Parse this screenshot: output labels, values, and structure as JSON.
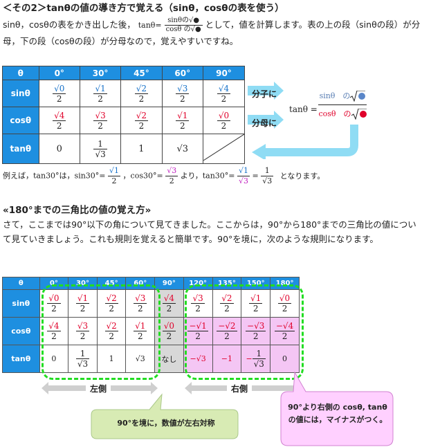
{
  "section2_title": "＜その2＞tanθの値の導き方で覚える（sinθ，cosθの表を使う）",
  "intro": {
    "text_a": "sinθ，cosθの表をかき出した後，",
    "formula_lhs": "tanθ=",
    "formula_num": "sinθの√●",
    "formula_den": "cosθ の√●",
    "text_b": "として，値を計算します。表の上の段（sinθの段）が分母，下の段（cosθの段）が分母なので，覚えやすいですね。"
  },
  "table1": {
    "corner": "θ",
    "angles": [
      "0°",
      "30°",
      "45°",
      "60°",
      "90°"
    ],
    "row_labels": [
      "sinθ",
      "cosθ",
      "tanθ"
    ],
    "sin": [
      "√0",
      "√1",
      "√2",
      "√3",
      "√4"
    ],
    "cos": [
      "√4",
      "√3",
      "√2",
      "√1",
      "√0"
    ],
    "den": "2",
    "tan": [
      "0",
      "1",
      "1",
      "√3"
    ],
    "tan30_den": "√3"
  },
  "labels": {
    "numerator": "分子に",
    "denominator": "分母に"
  },
  "tan_formula": {
    "lhs": "tanθ =",
    "num": "sinθ　の",
    "den": "cosθ　の"
  },
  "example": {
    "lead": "例えば，tan30°は，sin30°=",
    "sin_num": "√1",
    "mid1": "，cos30°=",
    "cos_num": "√3",
    "mid2": "より，tan30°=",
    "tan_num": "√1",
    "tan_den": "√3",
    "eq": "=",
    "res_num": "1",
    "res_den": "√3",
    "tail": "となります。",
    "two": "2"
  },
  "section3_title": "«180°までの三角比の値の覚え方»",
  "para2": "さて，ここまでは90°以下の角について見てきました。ここからは，90°から180°までの三角比の値について見ていきましょう。これも規則を覚えると簡単です。90°を境に，次のような規則になります。",
  "table2": {
    "corner": "θ",
    "angles": [
      "0°",
      "30°",
      "45°",
      "60°",
      "90°",
      "120°",
      "135°",
      "150°",
      "180°"
    ],
    "row_labels": [
      "sinθ",
      "cosθ",
      "tanθ"
    ],
    "sin": [
      "√0",
      "√1",
      "√2",
      "√3",
      "√4",
      "√3",
      "√2",
      "√1",
      "√0"
    ],
    "cos": [
      "√4",
      "√3",
      "√2",
      "√1",
      "√0",
      "−√1",
      "−√2",
      "−√3",
      "−√4"
    ],
    "den": "2",
    "tan": [
      "0",
      "",
      "1",
      "√3",
      "なし",
      "−√3",
      "−1",
      "",
      "0"
    ],
    "tan_frac_num": "1",
    "tan_frac_den": "√3",
    "tan150_sign": "−"
  },
  "left_label": "左側",
  "right_label": "右側",
  "callout_green": "90°を境に，数値が左右対称",
  "callout_pink": "90°より右側の cosθ, tanθ の値には，マイナスがつく。",
  "colors": {
    "blue": "#1e8fe0",
    "pink": "#f4c6f4",
    "green": "#22dd22",
    "callout_green": "#d8ebb4",
    "callout_pink": "#ffd0ff"
  }
}
